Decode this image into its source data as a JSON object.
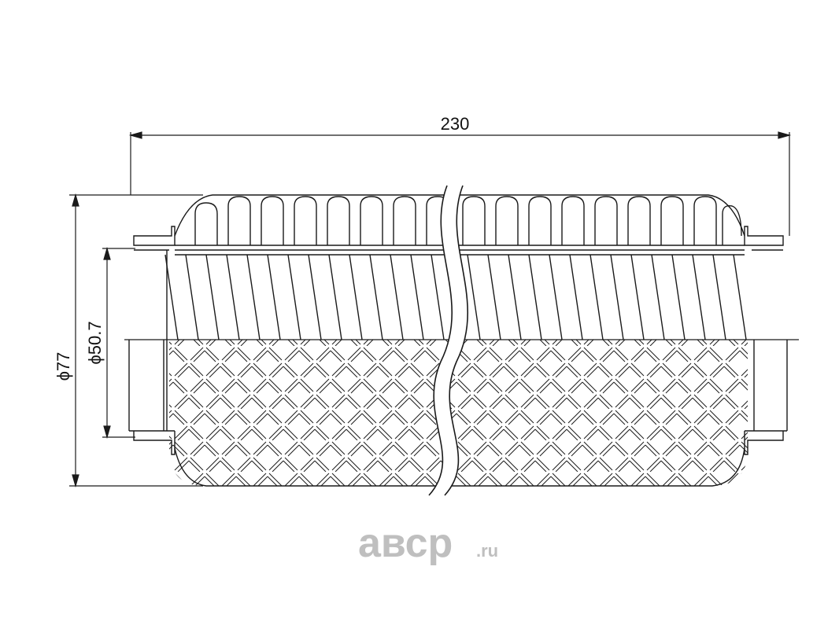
{
  "dimensions": {
    "length": "230",
    "outer_diameter": "ϕ77",
    "inner_diameter": "ϕ50.7"
  },
  "watermark": {
    "brand": "авср",
    "suffix": ".ru"
  },
  "colors": {
    "line": "#1a1a1a",
    "watermark": "#bfbfbf",
    "background": "#ffffff"
  }
}
